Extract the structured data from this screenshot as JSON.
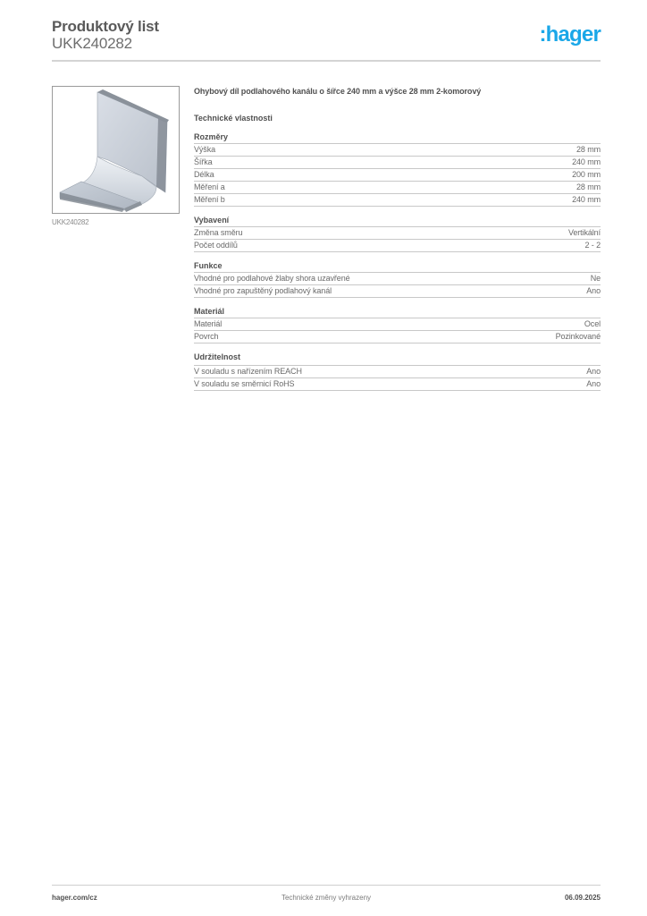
{
  "header": {
    "title": "Produktový list",
    "product_code": "UKK240282",
    "logo_text": ":hager",
    "brand_color": "#1aa7e8"
  },
  "image": {
    "alt": "product-image-floor-duct-bend",
    "caption": "UKK240282"
  },
  "content": {
    "description": "Ohybový díl podlahového kanálu o šířce 240 mm a výšce 28 mm 2-komorový",
    "technical_title": "Technické vlastnosti",
    "sections": [
      {
        "title": "Rozměry",
        "rows": [
          {
            "label": "Výška",
            "value": "28 mm"
          },
          {
            "label": "Šířka",
            "value": "240 mm"
          },
          {
            "label": "Délka",
            "value": "200 mm"
          },
          {
            "label": "Měření a",
            "value": "28 mm"
          },
          {
            "label": "Měření b",
            "value": "240 mm"
          }
        ]
      },
      {
        "title": "Vybavení",
        "rows": [
          {
            "label": "Změna směru",
            "value": "Vertikální"
          },
          {
            "label": "Počet oddílů",
            "value": "2 - 2"
          }
        ]
      },
      {
        "title": "Funkce",
        "rows": [
          {
            "label": "Vhodné pro podlahové žlaby shora uzavřené",
            "value": "Ne"
          },
          {
            "label": "Vhodné pro zapuštěný podlahový kanál",
            "value": "Ano"
          }
        ]
      },
      {
        "title": "Materiál",
        "rows": [
          {
            "label": "Materiál",
            "value": "Ocel"
          },
          {
            "label": "Povrch",
            "value": "Pozinkované"
          }
        ]
      },
      {
        "title": "Udržitelnost",
        "rows": [
          {
            "label": "V souladu s nařízením REACH",
            "value": "Ano"
          },
          {
            "label": "V souladu se směrnicí RoHS",
            "value": "Ano"
          }
        ]
      }
    ]
  },
  "footer": {
    "website": "hager.com/cz",
    "notice": "Technické změny vyhrazeny",
    "date": "06.09.2025"
  }
}
